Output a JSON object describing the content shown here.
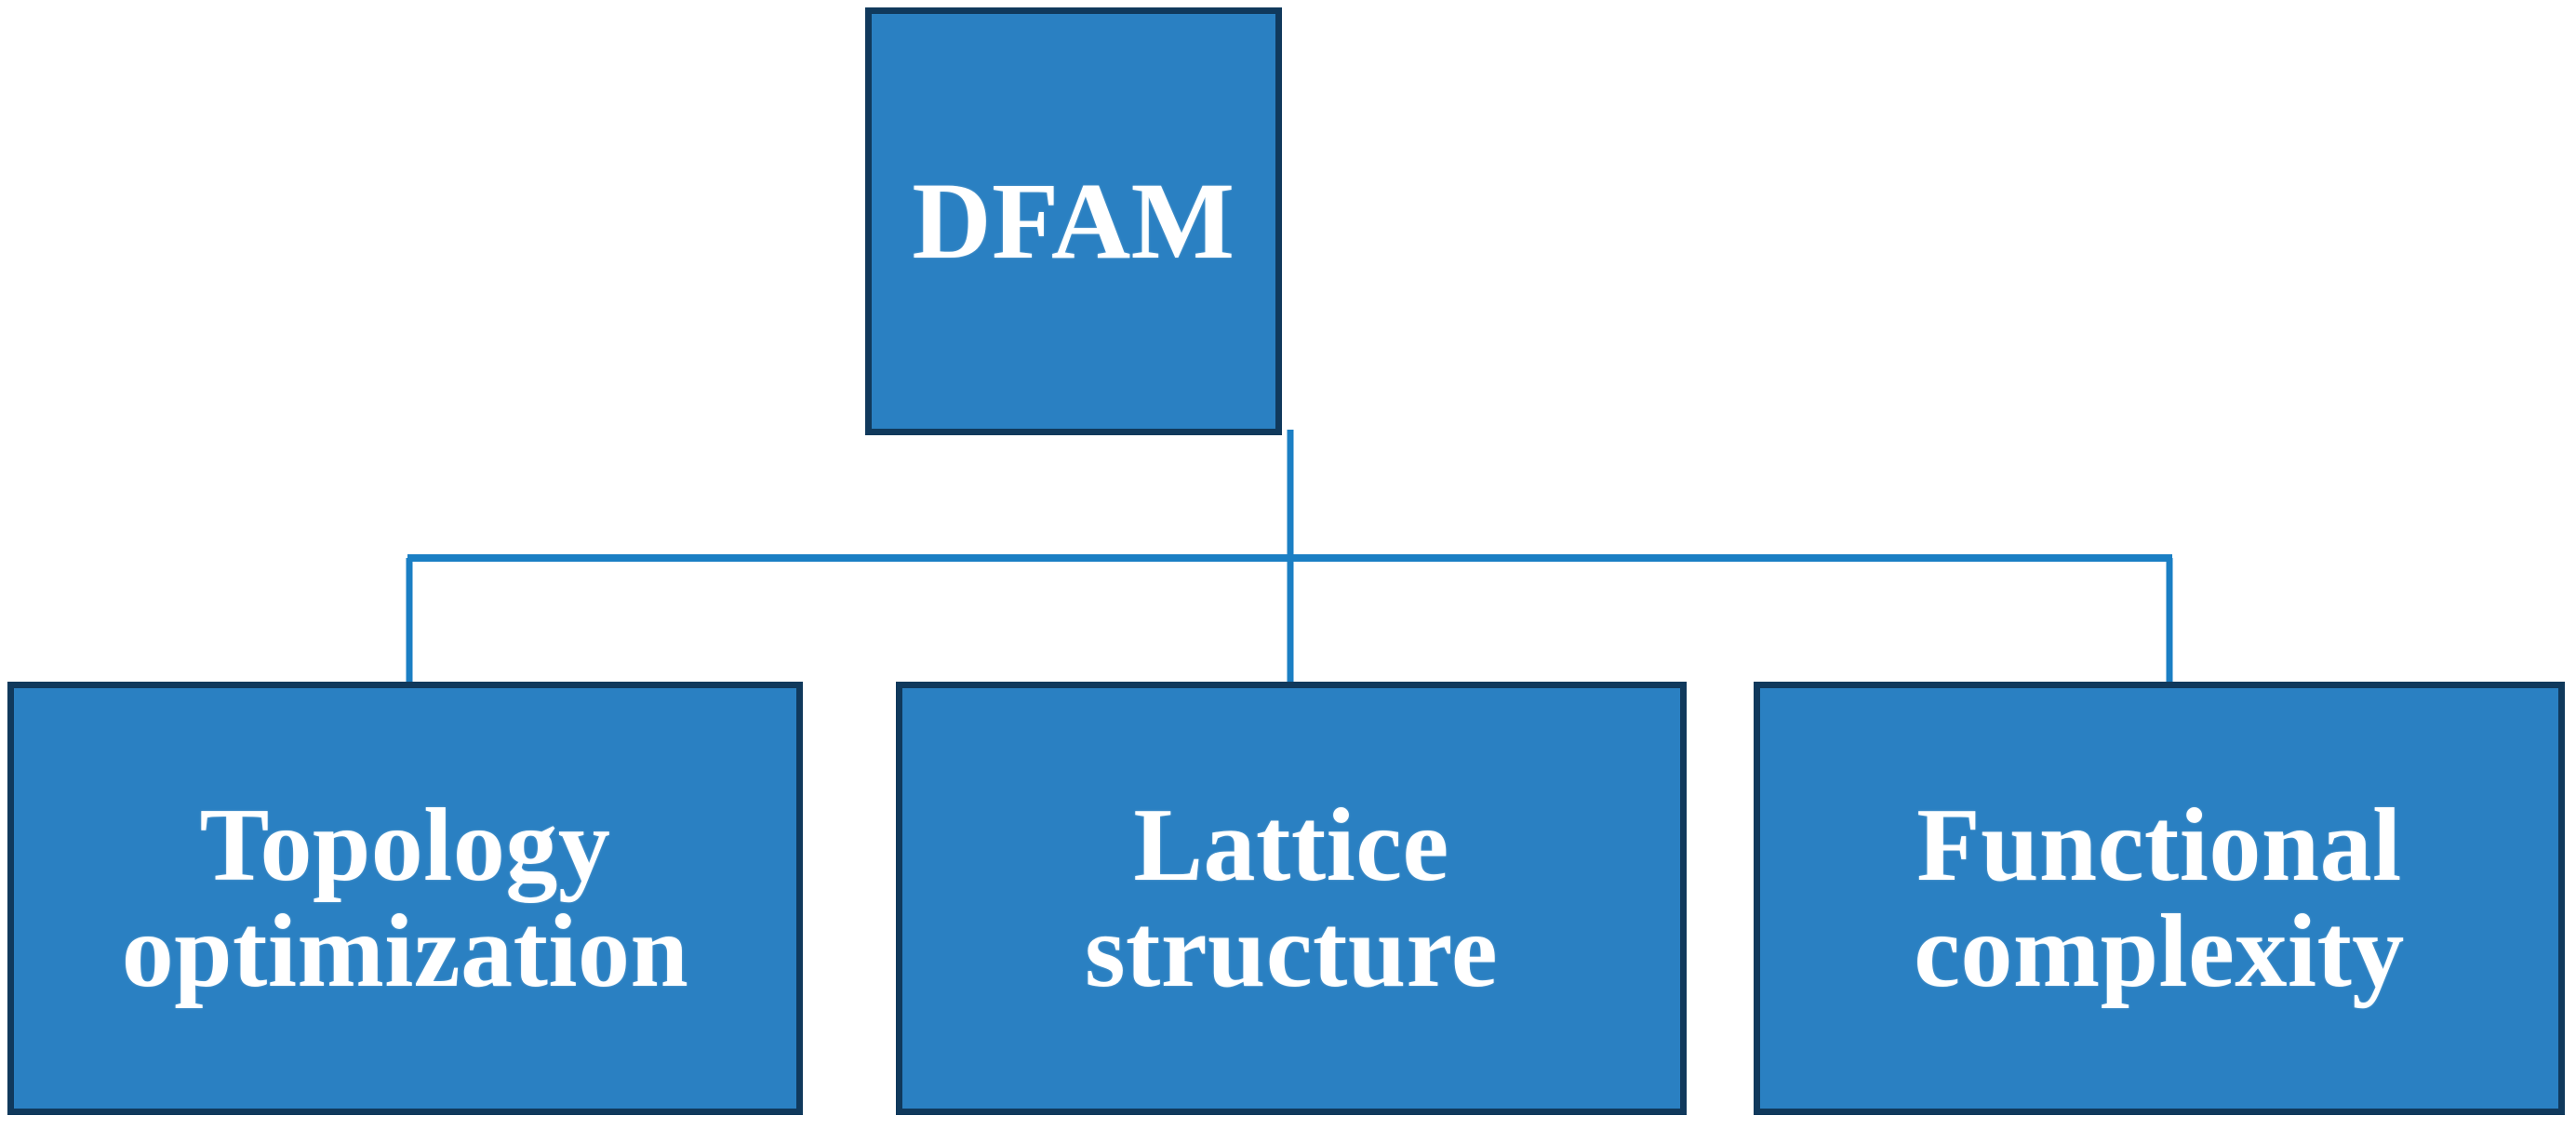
{
  "diagram": {
    "type": "hierarchy-tree",
    "title": "DFAM",
    "orientation": "top-down",
    "levels": 2,
    "colors": {
      "node_fill": "#2A80C2",
      "node_border": "#10395C",
      "connector": "#1B7FC4",
      "label_text": "#FFFFFF",
      "background": "#FFFFFF"
    },
    "root": {
      "id": "dfam",
      "label": "DFAM"
    },
    "children": [
      {
        "id": "topology-optimization",
        "label": "Topology\noptimization",
        "line1": "Topology",
        "line2": "optimization"
      },
      {
        "id": "lattice-structure",
        "label": "Lattice\nstructure",
        "line1": "Lattice",
        "line2": "structure"
      },
      {
        "id": "functional-complexity",
        "label": "Functional\ncomplexity",
        "line1": "Functional",
        "line2": "complexity"
      }
    ],
    "connectors": [
      {
        "id": "root-stem",
        "from": "dfam",
        "to": "bus"
      },
      {
        "id": "bus",
        "from": "bus",
        "to": "bus"
      },
      {
        "id": "drop-left",
        "from": "bus",
        "to": "topology-optimization"
      },
      {
        "id": "drop-center",
        "from": "bus",
        "to": "lattice-structure"
      },
      {
        "id": "drop-right",
        "from": "bus",
        "to": "functional-complexity"
      }
    ]
  }
}
